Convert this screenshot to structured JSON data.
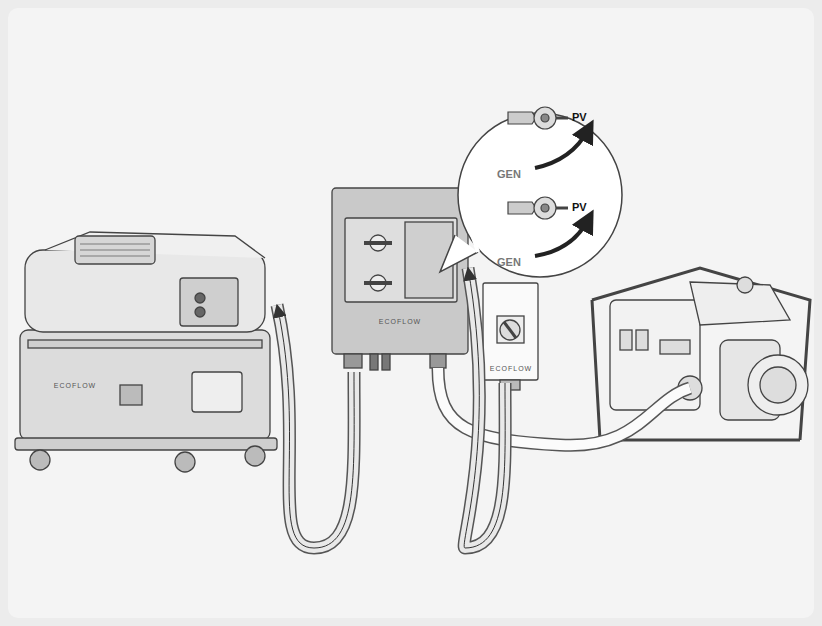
{
  "diagram": {
    "nodes": [
      {
        "text": [
          "ECOFLOW"
        ]
      },
      {
        "text": [
          "ECOFLOW"
        ]
      },
      {
        "text": [
          "ECOFLOW"
        ]
      }
    ],
    "edges": [
      {
        "from": 1,
        "to": 0,
        "arrow": "to"
      },
      {
        "from": 2,
        "to": 1,
        "arrow": "to"
      }
    ],
    "labels": [
      "PV",
      "GEN",
      "PV",
      "GEN"
    ]
  }
}
